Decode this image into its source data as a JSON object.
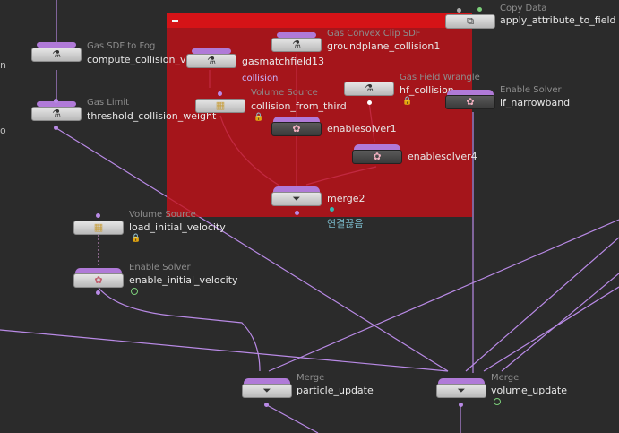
{
  "colors": {
    "background": "#2b2b2b",
    "wire": "#b98ae6",
    "network_box": "#c41018",
    "flag": "#b07ad8"
  },
  "nodes": {
    "gas_sdf_to_fog": {
      "type": "Gas SDF to Fog",
      "name": "compute_collision_v",
      "icon": "flask-icon"
    },
    "gas_limit": {
      "type": "Gas Limit",
      "name": "threshold_collision_weight",
      "icon": "flask-icon"
    },
    "gasmatchfield": {
      "type": "",
      "name": "gasmatchfield13",
      "icon": "flask-icon"
    },
    "gas_convex_clip": {
      "type": "Gas Convex Clip SDF",
      "name": "groundplane_collision1",
      "icon": "flask-icon"
    },
    "gas_field_wrangle": {
      "type": "Gas Field Wrangle",
      "name": "hf_collision",
      "icon": "flask-icon"
    },
    "volume_source_third": {
      "type": "Volume Source",
      "name": "collision_from_third",
      "icon": "volume-icon"
    },
    "enablesolver1": {
      "type": "",
      "name": "enablesolver1",
      "icon": "brain-icon"
    },
    "enablesolver4": {
      "type": "",
      "name": "enablesolver4",
      "icon": "brain-icon"
    },
    "merge2": {
      "type": "",
      "name": "merge2",
      "icon": "funnel-icon",
      "note": "연결끊음"
    },
    "enable_solver_narrow": {
      "type": "Enable Solver",
      "name": "if_narrowband",
      "icon": "brain-icon"
    },
    "copy_data": {
      "type": "Copy Data",
      "name": "apply_attribute_to_field",
      "icon": "copy-icon"
    },
    "volume_source_initial": {
      "type": "Volume Source",
      "name": "load_initial_velocity",
      "icon": "volume-icon"
    },
    "enable_solver_initial": {
      "type": "Enable Solver",
      "name": "enable_initial_velocity",
      "icon": "brain-icon"
    },
    "merge_particle": {
      "type": "Merge",
      "name": "particle_update",
      "icon": "funnel-icon"
    },
    "merge_volume": {
      "type": "Merge",
      "name": "volume_update",
      "icon": "funnel-icon"
    }
  },
  "group_label": "collision",
  "edge_text": {
    "left_n": "n",
    "left_o": "o"
  }
}
